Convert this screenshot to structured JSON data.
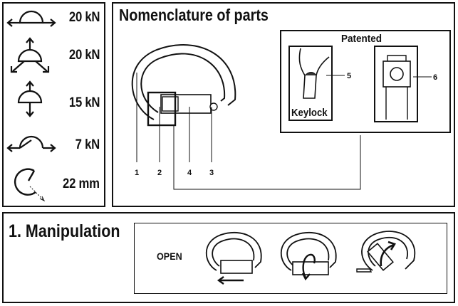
{
  "ratings": [
    {
      "value": "20 kN",
      "icon": "major-axis-strength-icon"
    },
    {
      "value": "20 kN",
      "icon": "three-way-load-strength-icon"
    },
    {
      "value": "15 kN",
      "icon": "minor-axis-strength-icon"
    },
    {
      "value": "7 kN",
      "icon": "gate-open-strength-icon"
    },
    {
      "value": "22 mm",
      "icon": "gate-opening-icon"
    }
  ],
  "nomenclature": {
    "title": "Nomenclature of parts",
    "patented_label": "Patented",
    "keylock_label": "Keylock",
    "part_numbers": [
      "1",
      "2",
      "4",
      "3",
      "5",
      "6"
    ]
  },
  "manipulation": {
    "title": "1. Manipulation",
    "open_label": "OPEN"
  }
}
